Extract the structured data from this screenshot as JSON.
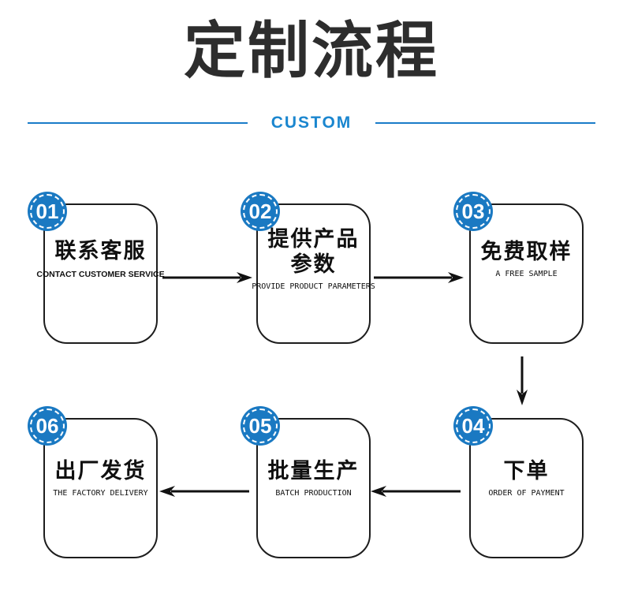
{
  "colors": {
    "accent_blue": "#1a7cc8",
    "badge_blue": "#1a79c2",
    "title_text": "#2d2d2d",
    "box_border": "#1d1d1d",
    "arrow_black": "#111111"
  },
  "header": {
    "title": "定制流程",
    "subtitle": "CUSTOM"
  },
  "flow": {
    "steps": [
      {
        "number": "01",
        "title": "联系客服",
        "caption": "CONTACT CUSTOMER SERVICE"
      },
      {
        "number": "02",
        "title": "提供产品",
        "title2": "参数",
        "caption": "PROVIDE PRODUCT PARAMETERS"
      },
      {
        "number": "03",
        "title": "免费取样",
        "caption": "A FREE SAMPLE"
      },
      {
        "number": "04",
        "title": "下单",
        "caption": "ORDER OF PAYMENT"
      },
      {
        "number": "05",
        "title": "批量生产",
        "caption": "BATCH PRODUCTION"
      },
      {
        "number": "06",
        "title": "出厂发货",
        "caption": "THE FACTORY DELIVERY"
      }
    ],
    "arrow_directions": [
      "right",
      "right",
      "down",
      "left",
      "left"
    ]
  }
}
